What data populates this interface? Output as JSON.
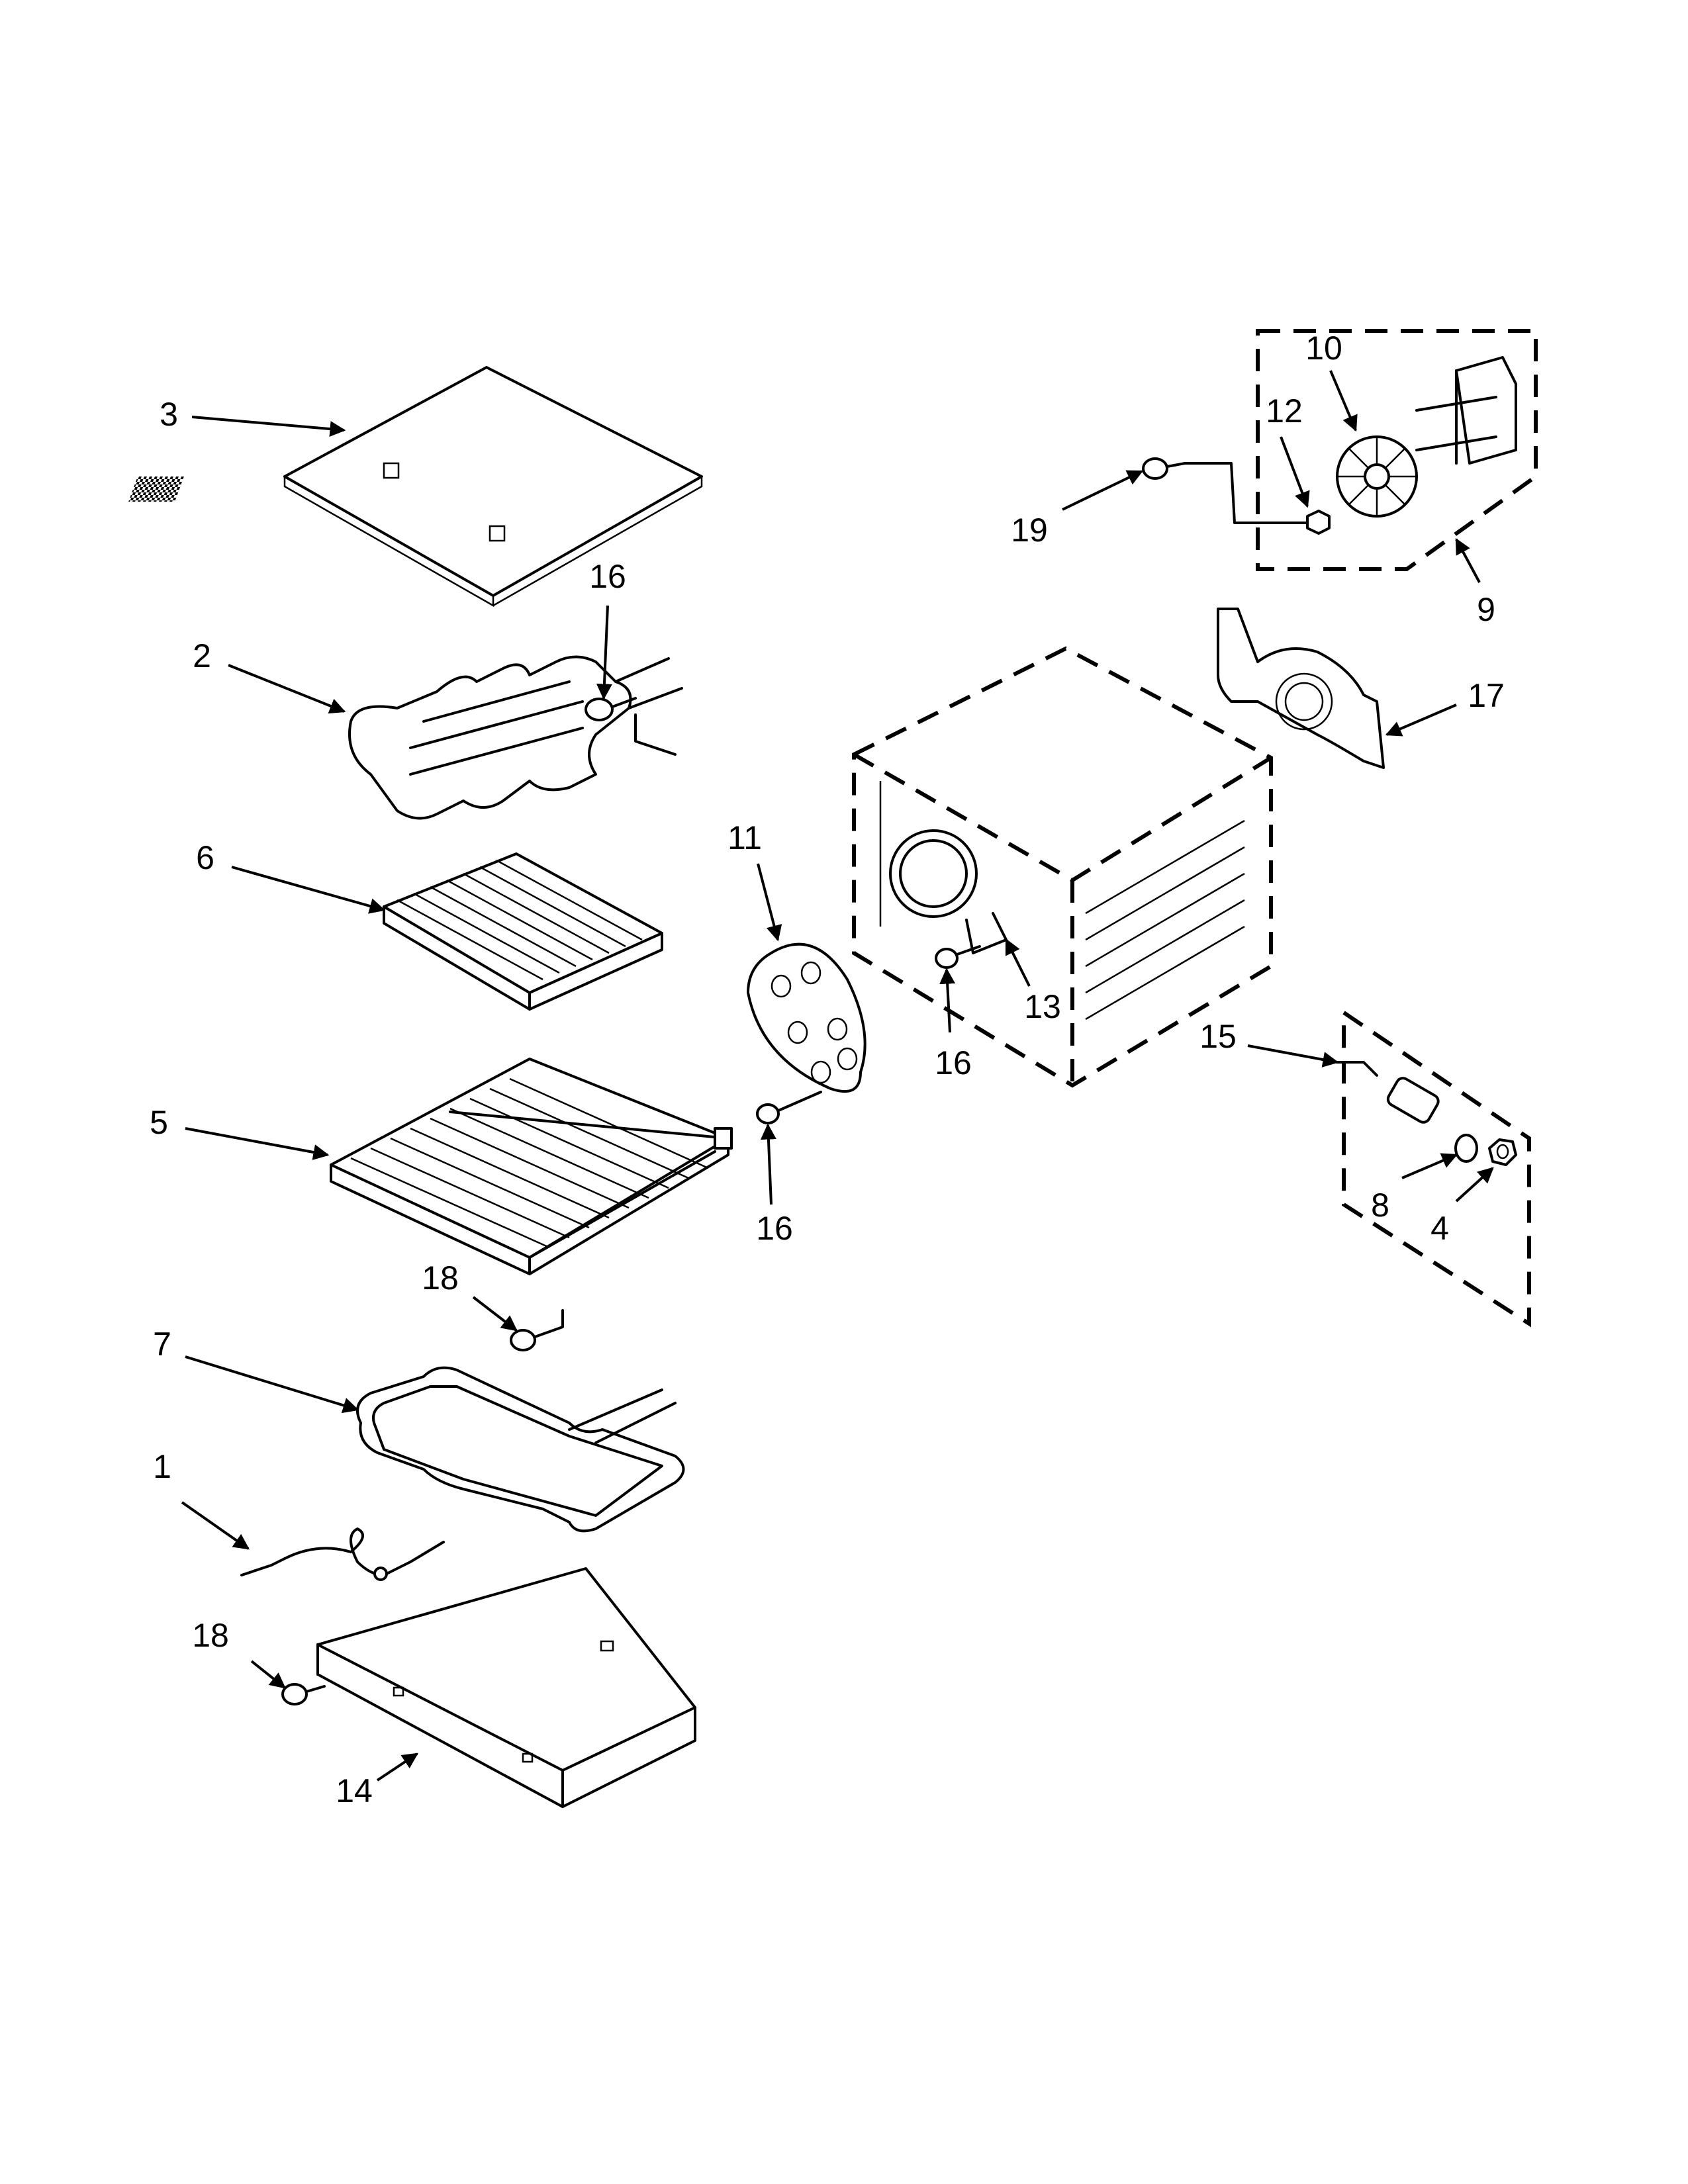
{
  "callouts": {
    "c3": "3",
    "c2": "2",
    "c6": "6",
    "c5": "5",
    "c7": "7",
    "c1": "1",
    "c18a": "18",
    "c18b": "18",
    "c14": "14",
    "c16a": "16",
    "c16b": "16",
    "c16c": "16",
    "c11": "11",
    "c13": "13",
    "c10": "10",
    "c12": "12",
    "c19": "19",
    "c9": "9",
    "c17": "17",
    "c15": "15",
    "c8": "8",
    "c4": "4"
  }
}
